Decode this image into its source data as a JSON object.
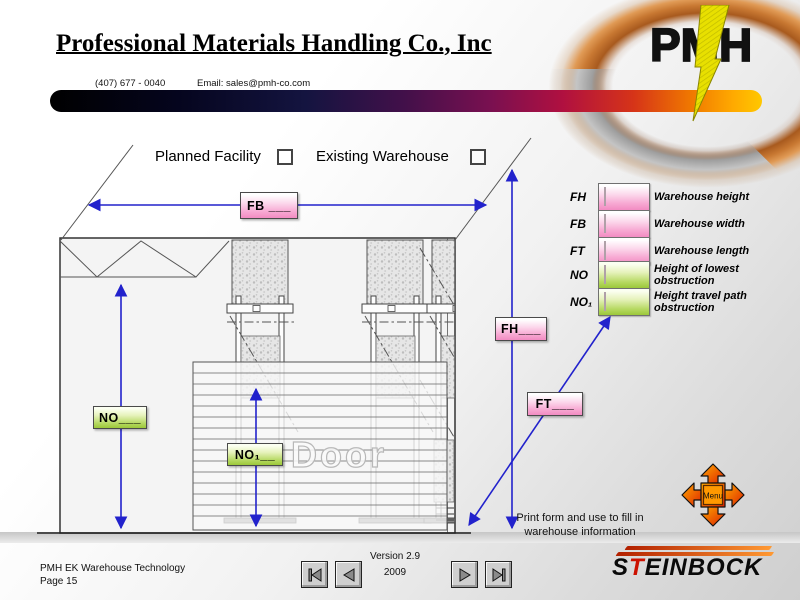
{
  "header": {
    "title": "Professional Materials Handling Co., Inc",
    "phone": "(407) 677 - 0040",
    "email": "Email: sales@pmh-co.com",
    "logo_text": "PMH"
  },
  "checkboxes": {
    "planned": {
      "label": "Planned Facility",
      "checked": false
    },
    "existing": {
      "label": "Existing Warehouse",
      "checked": false
    }
  },
  "diagram": {
    "labels": {
      "fb": "FB ___",
      "fh": "FH___",
      "ft": "FT___",
      "no": "NO___",
      "no1": "NO₁__"
    },
    "door_text": "Door"
  },
  "legend": {
    "items": [
      {
        "code": "FH",
        "description": "Warehouse height",
        "value": "",
        "color": "pink"
      },
      {
        "code": "FB",
        "description": "Warehouse width",
        "value": "",
        "color": "pink"
      },
      {
        "code": "FT",
        "description": "Warehouse length",
        "value": "",
        "color": "pink"
      },
      {
        "code": "NO",
        "description": "Height of lowest obstruction",
        "value": "",
        "color": "green"
      },
      {
        "code": "NO₁",
        "description": "Height travel path obstruction",
        "value": "",
        "color": "green"
      }
    ]
  },
  "notes": {
    "print_note": "Print form and use to fill in\nwarehouse information"
  },
  "menu": {
    "label": "Menu"
  },
  "footer": {
    "product": "PMH EK Warehouse Technology",
    "page": "Page 15",
    "version": "Version 2.9",
    "year": "2009",
    "brand": {
      "part1": "S",
      "part2": "T",
      "part3": "EINBOCK"
    }
  },
  "icons": {
    "logo_bolt": "lightning-bolt",
    "menu_cross": "four-directional-arrows",
    "nav_first": "first-slide",
    "nav_prev": "previous-slide",
    "nav_next": "next-slide",
    "nav_last": "last-slide"
  },
  "colors": {
    "dimension_arrow": "#2222cc",
    "field_pink": "#f28cc2",
    "field_green": "#9cc83a",
    "bar_start": "#000000",
    "bar_end": "#ffc800",
    "menu_orange": "#ff8800",
    "steinbock_red": "#cc1100",
    "bolt_yellow": "#e8e000"
  }
}
